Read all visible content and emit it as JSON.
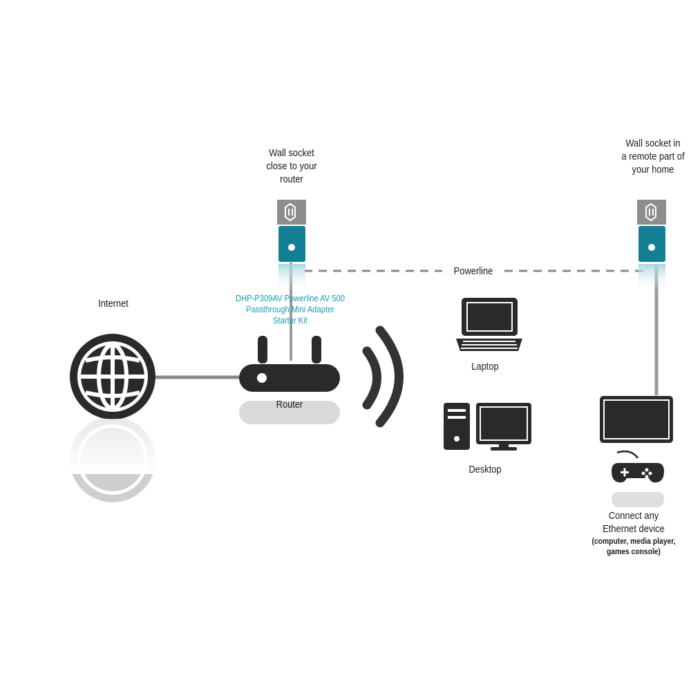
{
  "labels": {
    "wall_socket_near": [
      "Wall socket",
      "close to your",
      "router"
    ],
    "wall_socket_remote": [
      "Wall socket in",
      "a remote part of",
      "your home"
    ],
    "powerline": "Powerline",
    "kit_name": [
      "DHP-P309AV Powerline AV 500",
      "Passthrough Mini Adapter",
      "Starter Kit"
    ],
    "internet": "Internet",
    "router": "Router",
    "laptop": "Laptop",
    "desktop": "Desktop",
    "ethernet_device": [
      "Connect any",
      "Ethernet device"
    ],
    "ethernet_examples": [
      "(computer, media player,",
      "games console)"
    ]
  },
  "colors": {
    "adapter_teal": "#137f94",
    "kit_text": "#0e9fb3",
    "device_dark": "#2a2a2a",
    "cable_gray": "#8a8a8a"
  },
  "icons": [
    "globe-icon",
    "router-icon",
    "wifi-signal-icon",
    "powerline-adapter-icon",
    "laptop-icon",
    "desktop-tower-icon",
    "monitor-icon",
    "gamepad-icon"
  ]
}
